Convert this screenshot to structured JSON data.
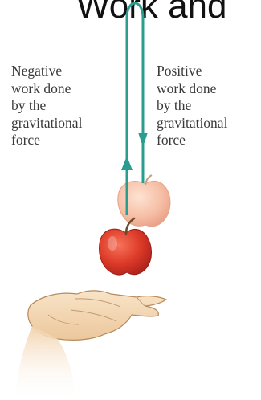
{
  "title": "Work and",
  "negative_label": {
    "lines": [
      "Negative",
      "work done",
      "by the",
      "gravitational",
      "force"
    ]
  },
  "positive_label": {
    "lines": [
      "Positive",
      "work done",
      "by the",
      "gravitational",
      "force"
    ]
  },
  "colors": {
    "path": "#2a9d8f",
    "apple_red": "#d93a2b",
    "apple_faded": "#f2b59c",
    "skin": "#f3d7b4",
    "text": "#3a3a3a"
  }
}
